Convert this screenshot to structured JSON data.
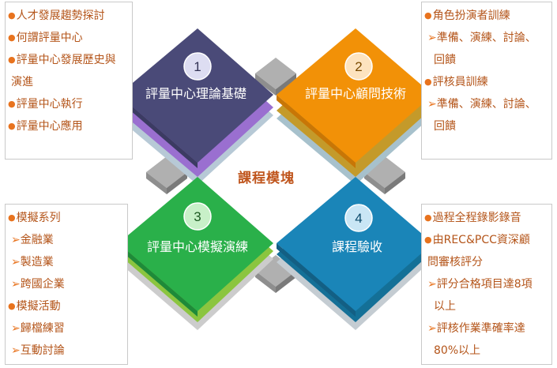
{
  "center_title": "課程模塊",
  "modules": [
    {
      "number": "1",
      "title": "評量中心理論基礎",
      "color": "#4a4a78"
    },
    {
      "number": "2",
      "title": "評量中心顧問技術",
      "color": "#f29107"
    },
    {
      "number": "3",
      "title": "評量中心模擬演練",
      "color": "#2ab04a"
    },
    {
      "number": "4",
      "title": "課程驗收",
      "color": "#1a7fb0"
    }
  ],
  "box_top_left": {
    "lines": [
      {
        "type": "bullet",
        "text": "人才發展趨勢探討"
      },
      {
        "type": "bullet",
        "text": "何謂評量中心"
      },
      {
        "type": "bullet",
        "text": "評量中心發展歷史與"
      },
      {
        "type": "cont",
        "text": "演進"
      },
      {
        "type": "bullet",
        "text": "評量中心執行"
      },
      {
        "type": "bullet",
        "text": "評量中心應用"
      }
    ]
  },
  "box_top_right": {
    "lines": [
      {
        "type": "bullet",
        "text": "角色扮演者訓練"
      },
      {
        "type": "arrow",
        "text": "準備、演練、討論、"
      },
      {
        "type": "cont2",
        "text": "回饋"
      },
      {
        "type": "bullet",
        "text": "評核員訓練"
      },
      {
        "type": "arrow",
        "text": "準備、演練、討論、"
      },
      {
        "type": "cont2",
        "text": "回饋"
      }
    ]
  },
  "box_bottom_left": {
    "lines": [
      {
        "type": "bullet",
        "text": "模擬系列"
      },
      {
        "type": "arrow",
        "text": "金融業"
      },
      {
        "type": "arrow",
        "text": "製造業"
      },
      {
        "type": "arrow",
        "text": "跨國企業"
      },
      {
        "type": "bullet",
        "text": "模擬活動"
      },
      {
        "type": "arrow",
        "text": "歸檔練習"
      },
      {
        "type": "arrow",
        "text": "互動討論"
      }
    ]
  },
  "box_bottom_right": {
    "lines": [
      {
        "type": "bullet",
        "text": "過程全程錄影錄音"
      },
      {
        "type": "bullet",
        "text": "由REC&PCC資深顧"
      },
      {
        "type": "cont",
        "text": "問審核評分"
      },
      {
        "type": "arrow",
        "text": "評分合格項目達8項"
      },
      {
        "type": "cont2",
        "text": "以上"
      },
      {
        "type": "arrow",
        "text": "評核作業準確率達"
      },
      {
        "type": "cont2",
        "text": "80%以上"
      }
    ]
  }
}
